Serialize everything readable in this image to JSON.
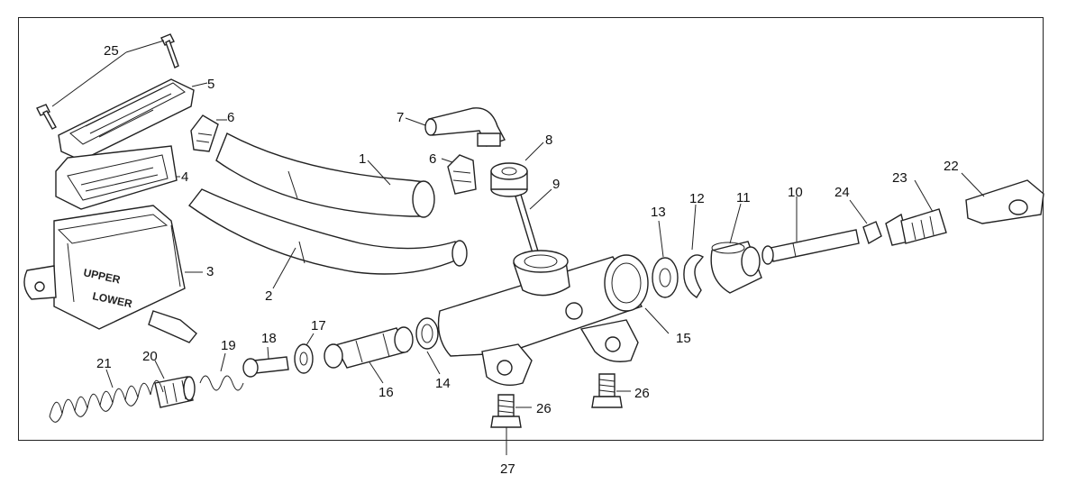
{
  "diagram": {
    "callouts": [
      "1",
      "2",
      "3",
      "4",
      "5",
      "6",
      "6",
      "7",
      "8",
      "9",
      "10",
      "11",
      "12",
      "13",
      "14",
      "15",
      "16",
      "17",
      "18",
      "19",
      "20",
      "21",
      "22",
      "23",
      "24",
      "25",
      "26",
      "26",
      "27"
    ],
    "reservoir_labels": {
      "upper": "UPPER",
      "lower": "LOWER"
    }
  }
}
